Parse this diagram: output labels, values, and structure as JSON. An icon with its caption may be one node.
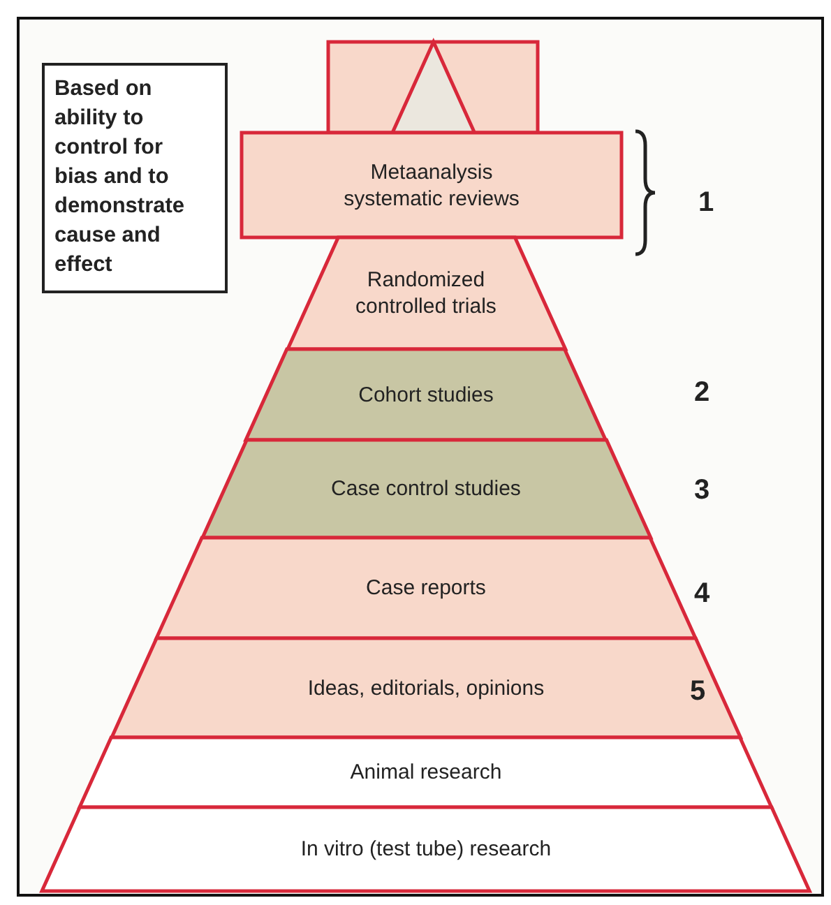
{
  "diagram": {
    "nodes": [
      {
        "text": [
          "Based on ability to control for bias and to demonstrate cause and effect"
        ]
      },
      {
        "text": [],
        "shape": "box"
      },
      {
        "text": [],
        "shape": "triangle",
        "in": 1
      },
      {
        "text": [
          "Metaanalysis systematic reviews"
        ]
      },
      {
        "text": [
          "Randomized controlled trials"
        ]
      },
      {
        "text": [
          "Cohort studies"
        ]
      },
      {
        "text": [
          "Case control studies"
        ]
      },
      {
        "text": [
          "Case reports"
        ]
      },
      {
        "text": [
          "Ideas, editorials, opinions"
        ]
      },
      {
        "text": [
          "Animal research"
        ]
      },
      {
        "text": [
          "In vitro (test tube) research"
        ]
      }
    ],
    "labels": [
      "1",
      "2",
      "3",
      "4",
      "5"
    ]
  }
}
